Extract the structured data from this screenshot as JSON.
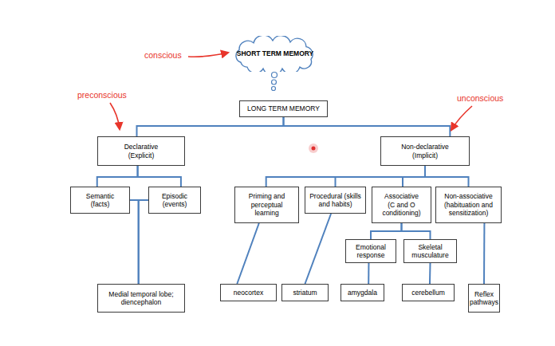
{
  "diagram": {
    "nodes": [
      {
        "text": [
          "SHORT TERM MEMORY"
        ]
      },
      {
        "text": [
          "LONG TERM MEMORY"
        ]
      },
      {
        "text": [
          "Declarative (Explicit)"
        ]
      },
      {
        "text": [
          "Non-declarative (Implicit)"
        ]
      },
      {
        "text": [
          "Semantic (facts)"
        ]
      },
      {
        "text": [
          "Episodic (events)"
        ]
      },
      {
        "text": [
          "Priming and perceptual learning"
        ]
      },
      {
        "text": [
          "Procedural (skills and habits)"
        ]
      },
      {
        "text": [
          "Associative (C and O conditioning)"
        ]
      },
      {
        "text": [
          "Non-associative (habituation and sensitization)"
        ]
      },
      {
        "text": [
          "Emotional response"
        ]
      },
      {
        "text": [
          "Skeletal musculature"
        ]
      },
      {
        "text": [
          "Medial temporal lobe; diencephalon"
        ]
      },
      {
        "text": [
          "neocortex"
        ]
      },
      {
        "text": [
          "striatum"
        ]
      },
      {
        "text": [
          "amygdala"
        ]
      },
      {
        "text": [
          "cerebellum"
        ]
      },
      {
        "text": [
          "Reflex pathways"
        ]
      }
    ],
    "edges": [
      {
        "from": 1,
        "to": 2,
        "arrow": "none"
      },
      {
        "from": 1,
        "to": 3,
        "arrow": "none"
      },
      {
        "from": 2,
        "to": 4,
        "arrow": "none"
      },
      {
        "from": 2,
        "to": 5,
        "arrow": "none"
      },
      {
        "from": 3,
        "to": 6,
        "arrow": "none"
      },
      {
        "from": 3,
        "to": 7,
        "arrow": "none"
      },
      {
        "from": 3,
        "to": 8,
        "arrow": "none"
      },
      {
        "from": 3,
        "to": 9,
        "arrow": "none"
      },
      {
        "from": 8,
        "to": 10,
        "arrow": "none"
      },
      {
        "from": 8,
        "to": 11,
        "arrow": "none"
      },
      {
        "from": 4,
        "to": 12,
        "arrow": "none"
      },
      {
        "from": 5,
        "to": 12,
        "arrow": "none"
      },
      {
        "from": 6,
        "to": 13,
        "arrow": "none"
      },
      {
        "from": 7,
        "to": 14,
        "arrow": "none"
      },
      {
        "from": 10,
        "to": 15,
        "arrow": "none"
      },
      {
        "from": 11,
        "to": 16,
        "arrow": "none"
      },
      {
        "from": 9,
        "to": 17,
        "arrow": "none"
      }
    ],
    "labels": [
      "conscious",
      "preconscious",
      "unconscious"
    ]
  }
}
